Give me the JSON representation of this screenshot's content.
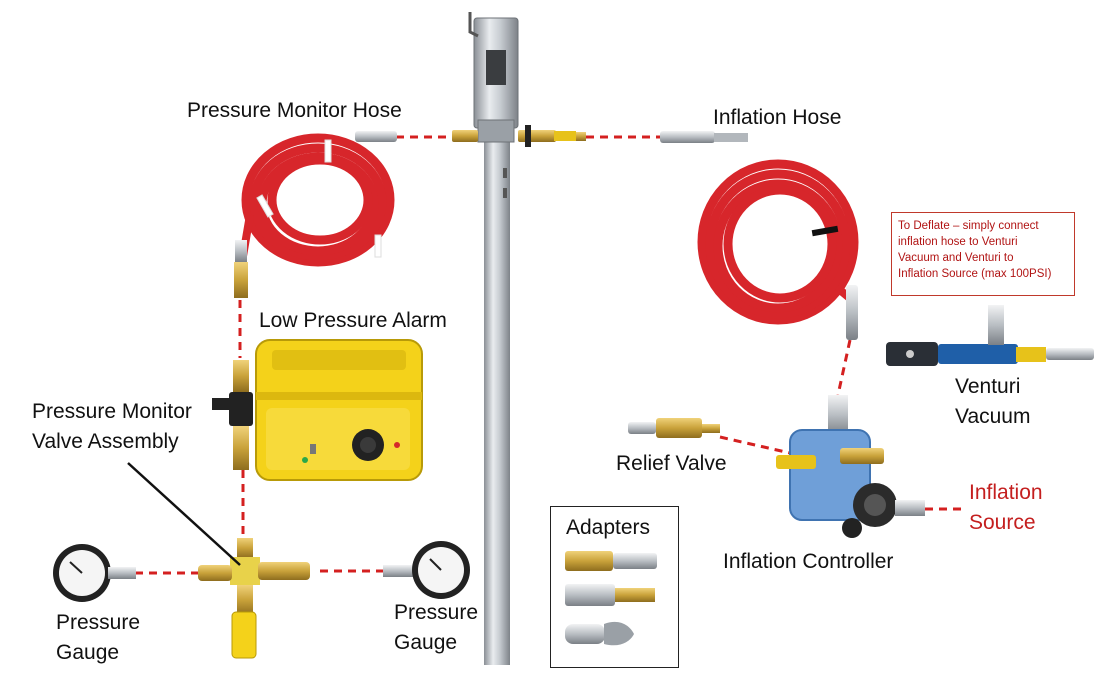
{
  "labels": {
    "pressure_monitor_hose": "Pressure Monitor Hose",
    "inflation_hose": "Inflation Hose",
    "low_pressure_alarm": "Low Pressure Alarm",
    "pressure_monitor_valve_line1": "Pressure Monitor",
    "pressure_monitor_valve_line2": "Valve Assembly",
    "relief_valve": "Relief Valve",
    "venturi_line1": "Venturi",
    "venturi_line2": "Vacuum",
    "inflation_source_line1": "Inflation",
    "inflation_source_line2": "Source",
    "inflation_controller": "Inflation Controller",
    "adapters": "Adapters",
    "pressure_gauge_left_line1": "Pressure",
    "pressure_gauge_left_line2": "Gauge",
    "pressure_gauge_right_line1": "Pressure",
    "pressure_gauge_right_line2": "Gauge"
  },
  "note": {
    "line1": "To Deflate – simply connect",
    "line2": "inflation hose to Venturi",
    "line3": "Vacuum and Venturi to",
    "line4": "Inflation Source (max 100PSI)"
  },
  "colors": {
    "hose": "#d7262b",
    "dashed_line": "#d42020",
    "brass": "#c9a23a",
    "alarm_yellow": "#f4d21a",
    "controller_blue": "#6f9fd8",
    "note_text": "#b11414",
    "inflation_source": "#c41f1f"
  }
}
